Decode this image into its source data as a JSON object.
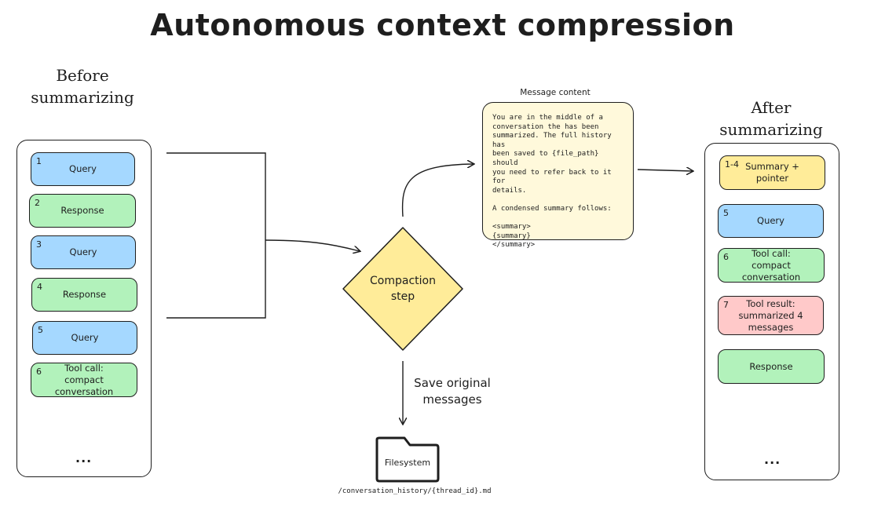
{
  "title": "Autonomous context compression",
  "before": {
    "heading": "Before\nsummarizing",
    "messages": [
      {
        "num": "1",
        "label": "Query",
        "color": "#a5d8ff"
      },
      {
        "num": "2",
        "label": "Response",
        "color": "#b2f2bb"
      },
      {
        "num": "3",
        "label": "Query",
        "color": "#a5d8ff"
      },
      {
        "num": "4",
        "label": "Response",
        "color": "#b2f2bb"
      },
      {
        "num": "5",
        "label": "Query",
        "color": "#a5d8ff"
      },
      {
        "num": "6",
        "label": "Tool call:\ncompact conversation",
        "color": "#b2f2bb"
      }
    ],
    "ellipsis": "..."
  },
  "compaction": {
    "label": "Compaction\nstep",
    "color": "#ffec99"
  },
  "message_content": {
    "heading": "Message content",
    "text": "You are in the middle of a\nconversation the has been\nsummarized. The full history has\nbeen saved to {file_path} should\nyou need to refer back to it for\ndetails.\n\nA condensed summary follows:\n\n<summary>\n{summary}\n</summary>",
    "color": "#fff9db"
  },
  "save": {
    "label": "Save original\nmessages"
  },
  "filesystem": {
    "label": "Filesystem",
    "path": "/conversation_history/{thread_id}.md",
    "icon": "folder-icon"
  },
  "after": {
    "heading": "After\nsummarizing",
    "messages": [
      {
        "num": "1-4",
        "label": "Summary +\npointer",
        "color": "#ffec99"
      },
      {
        "num": "5",
        "label": "Query",
        "color": "#a5d8ff"
      },
      {
        "num": "6",
        "label": "Tool call:\ncompact conversation",
        "color": "#b2f2bb"
      },
      {
        "num": "7",
        "label": "Tool result:\nsummarized 4\nmessages",
        "color": "#ffc9c9"
      },
      {
        "num": "",
        "label": "Response",
        "color": "#b2f2bb"
      }
    ],
    "ellipsis": "..."
  }
}
